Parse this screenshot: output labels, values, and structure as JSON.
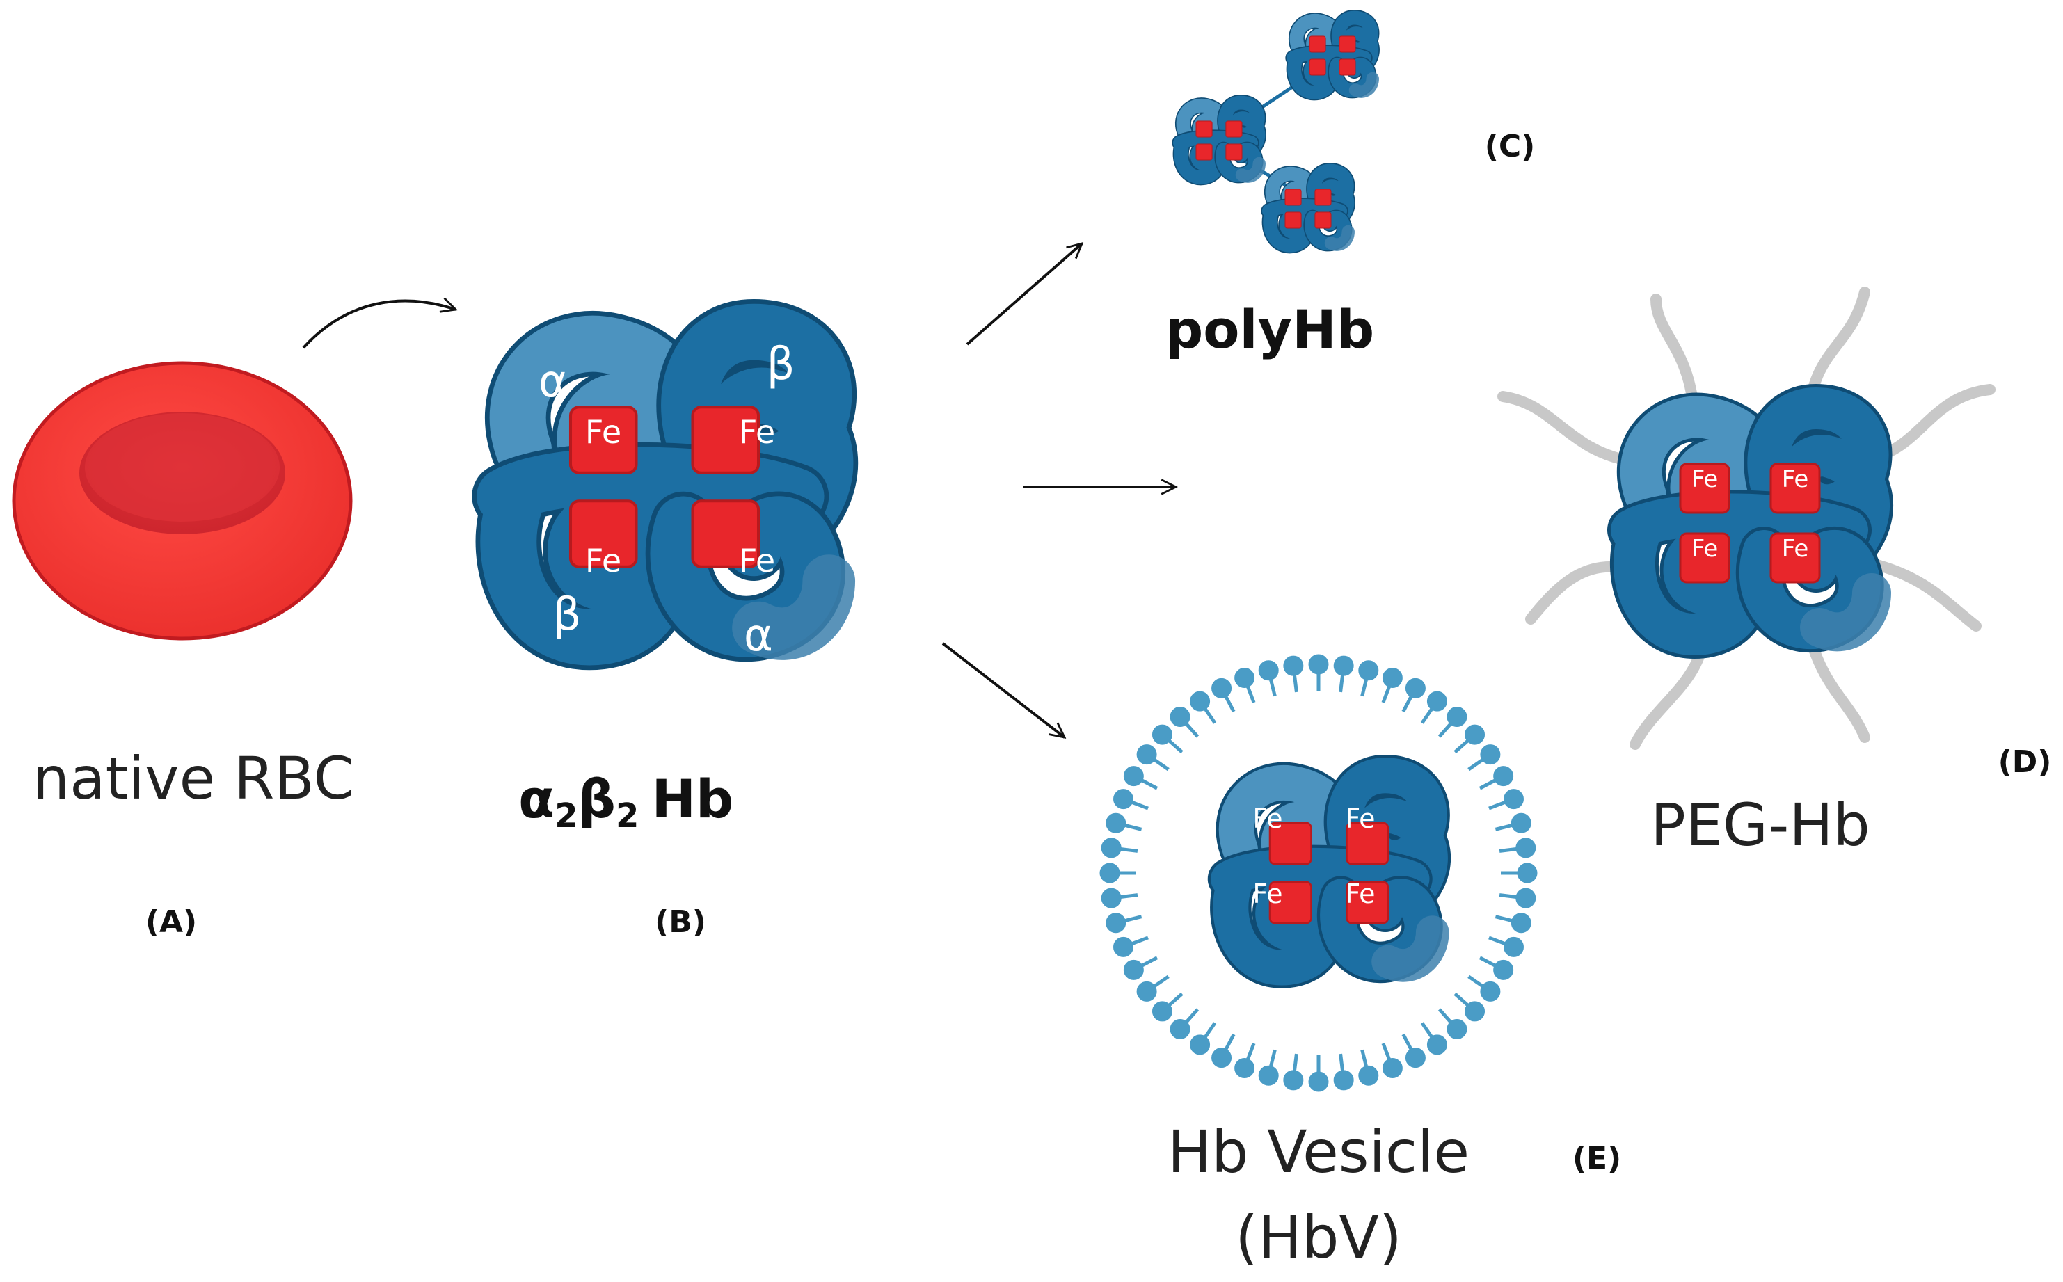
{
  "labels": {
    "native_rbc": "native RBC",
    "hb_alpha": "α",
    "hb_sub2a": "2",
    "hb_beta": "β",
    "hb_sub2b": "2",
    "hb_word": "Hb",
    "polyhb": "polyHb",
    "peghb": "PEG-Hb",
    "hbv_line1": "Hb Vesicle",
    "hbv_line2": "(HbV)"
  },
  "panels": {
    "a": "(A)",
    "b": "(B)",
    "c": "(C)",
    "d": "(D)",
    "e": "(E)"
  },
  "subunits": {
    "alpha": "α",
    "beta": "β"
  },
  "heme": "Fe",
  "colors": {
    "rbc_red": "#f03a36",
    "rbc_dark": "#d32a30",
    "hb_dark": "#1c6fa3",
    "hb_light": "#4c93bf",
    "hb_outline": "#0f4c74",
    "fe_red": "#e8262b",
    "peg_gray": "#c8c8c8",
    "lipid": "#4a9cc6"
  }
}
